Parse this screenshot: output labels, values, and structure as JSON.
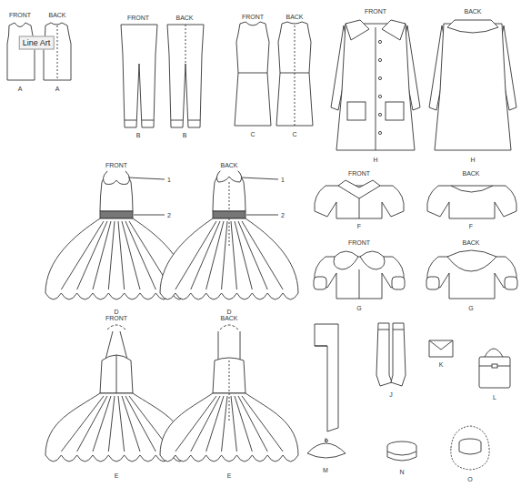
{
  "diagram": {
    "labels": [
      "FRONT",
      "BACK",
      "Line Art",
      "A",
      "A",
      "FRONT",
      "BACK",
      "B",
      "B",
      "FRONT",
      "BACK",
      "C",
      "C",
      "FRONT",
      "BACK",
      "H",
      "H",
      "FRONT",
      "1",
      "2",
      "D",
      "BACK",
      "1",
      "2",
      "D",
      "FRONT",
      "BACK",
      "F",
      "F",
      "FRONT",
      "BACK",
      "G",
      "G",
      "FRONT",
      "BACK",
      "E",
      "E",
      "I",
      "J",
      "K",
      "L",
      "M",
      "N",
      "O"
    ]
  }
}
